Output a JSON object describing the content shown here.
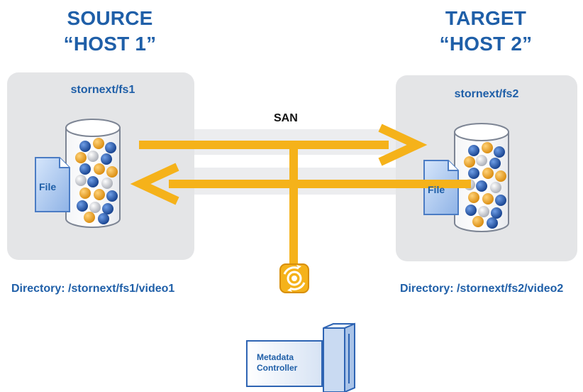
{
  "source": {
    "title_line1": "SOURCE",
    "title_line2": "“HOST 1”",
    "filesystem": "stornext/fs1",
    "directory": "Directory: /stornext/fs1/video1",
    "file_label": "File"
  },
  "target": {
    "title_line1": "TARGET",
    "title_line2": "“HOST 2”",
    "filesystem": "stornext/fs2",
    "directory": "Directory: /stornext/fs2/video2",
    "file_label": "File"
  },
  "network": {
    "label": "SAN"
  },
  "controller": {
    "line1": "Metadata",
    "line2": "Controller"
  },
  "colors": {
    "title_blue": "#1f5fa8",
    "arrow_orange": "#f5b21a",
    "box_gray": "#e4e5e7",
    "ball_blue": "#1d4fa0",
    "ball_orange": "#f0a01a",
    "ball_gray": "#c9ccd2"
  }
}
